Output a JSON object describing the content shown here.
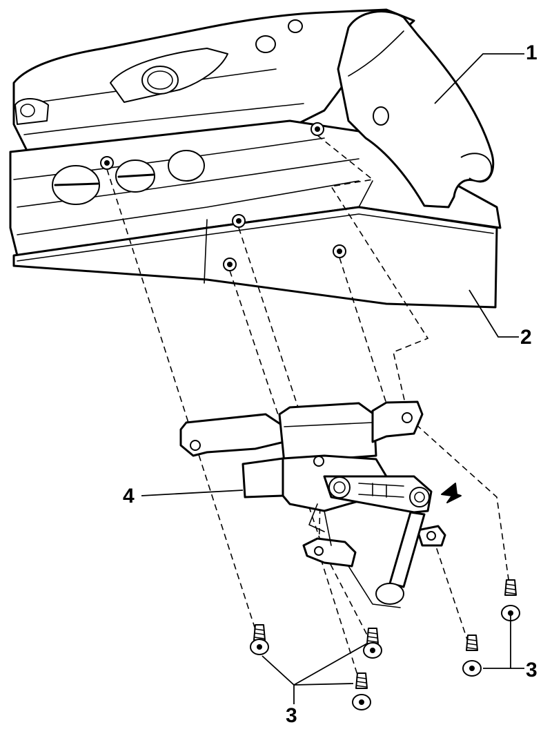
{
  "callouts": {
    "part_1": "1",
    "part_2": "2",
    "part_3_right": "3",
    "part_3_bottom": "3",
    "part_4": "4"
  },
  "icons": {
    "direction_arrow": "direction-arrow-icon"
  }
}
